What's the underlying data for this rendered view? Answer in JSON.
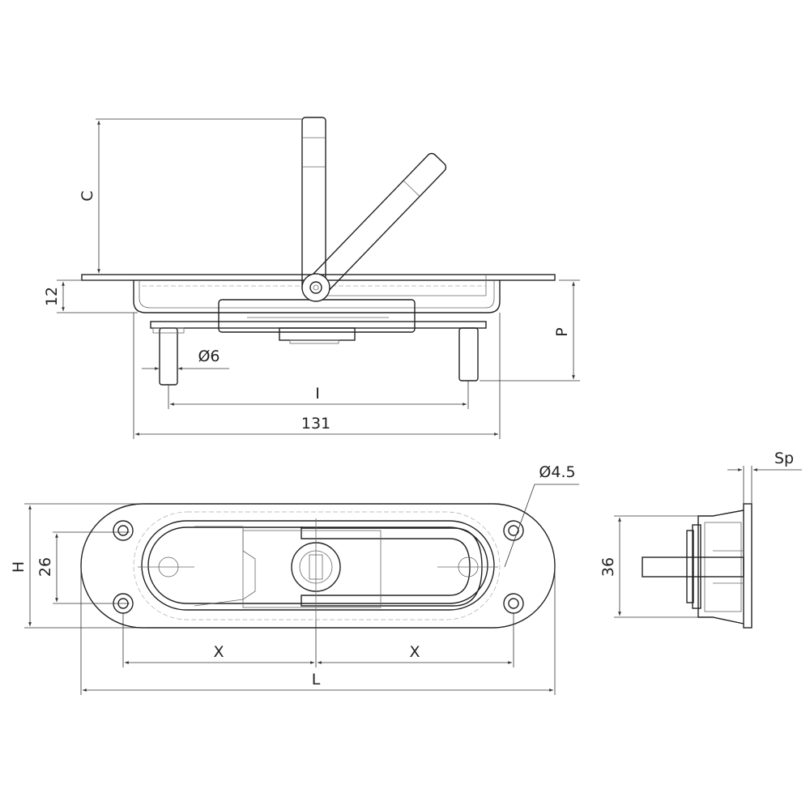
{
  "top_view": {
    "dim_handle_height": "C",
    "dim_flange_depth": "12",
    "dim_pin_diameter": "Ø6",
    "dim_pin_spacing": "I",
    "dim_tray_width": "131",
    "dim_pin_depth": "P"
  },
  "front_view": {
    "dim_hole_diameter": "Ø4.5",
    "dim_height": "H",
    "dim_hole_vertical_spacing": "26",
    "dim_half_spacing_left": "X",
    "dim_half_spacing_right": "X",
    "dim_length": "L"
  },
  "side_view": {
    "dim_thickness": "Sp",
    "dim_body_height": "36"
  }
}
